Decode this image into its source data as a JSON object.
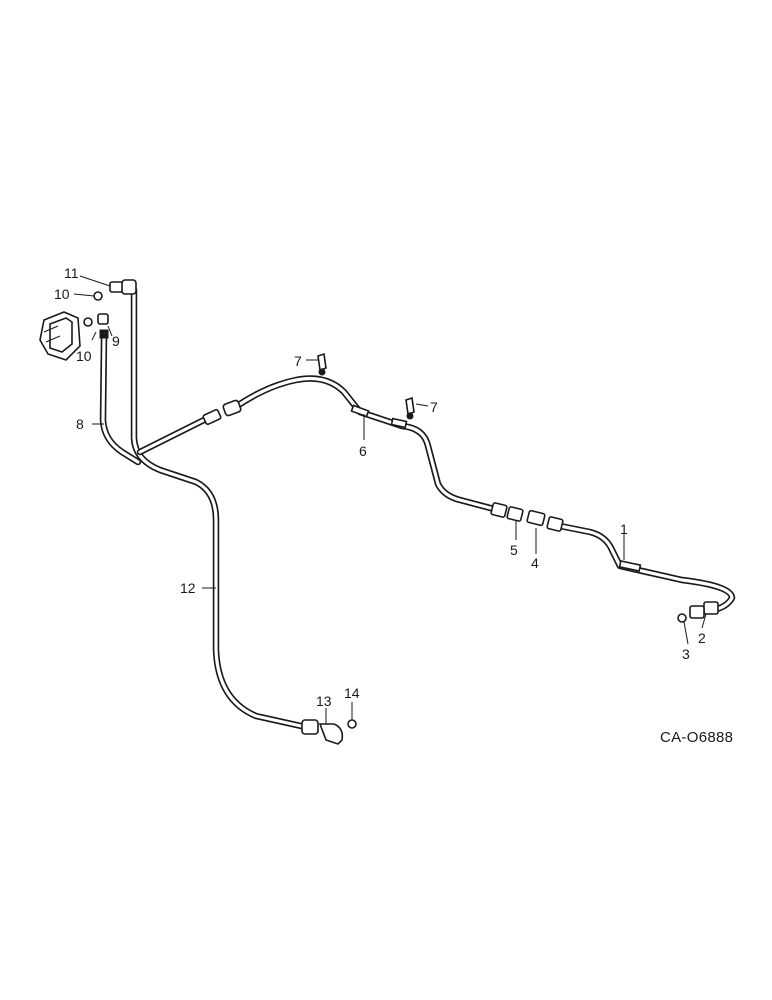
{
  "diagram": {
    "reference_code": "CA-O6888",
    "callouts": [
      {
        "id": "1",
        "label": "1"
      },
      {
        "id": "2",
        "label": "2"
      },
      {
        "id": "3",
        "label": "3"
      },
      {
        "id": "4",
        "label": "4"
      },
      {
        "id": "5",
        "label": "5"
      },
      {
        "id": "6",
        "label": "6"
      },
      {
        "id": "7a",
        "label": "7"
      },
      {
        "id": "7b",
        "label": "7"
      },
      {
        "id": "8",
        "label": "8"
      },
      {
        "id": "9",
        "label": "9"
      },
      {
        "id": "10a",
        "label": "10"
      },
      {
        "id": "10b",
        "label": "10"
      },
      {
        "id": "11",
        "label": "11"
      },
      {
        "id": "12",
        "label": "12"
      },
      {
        "id": "13",
        "label": "13"
      },
      {
        "id": "14",
        "label": "14"
      }
    ]
  }
}
